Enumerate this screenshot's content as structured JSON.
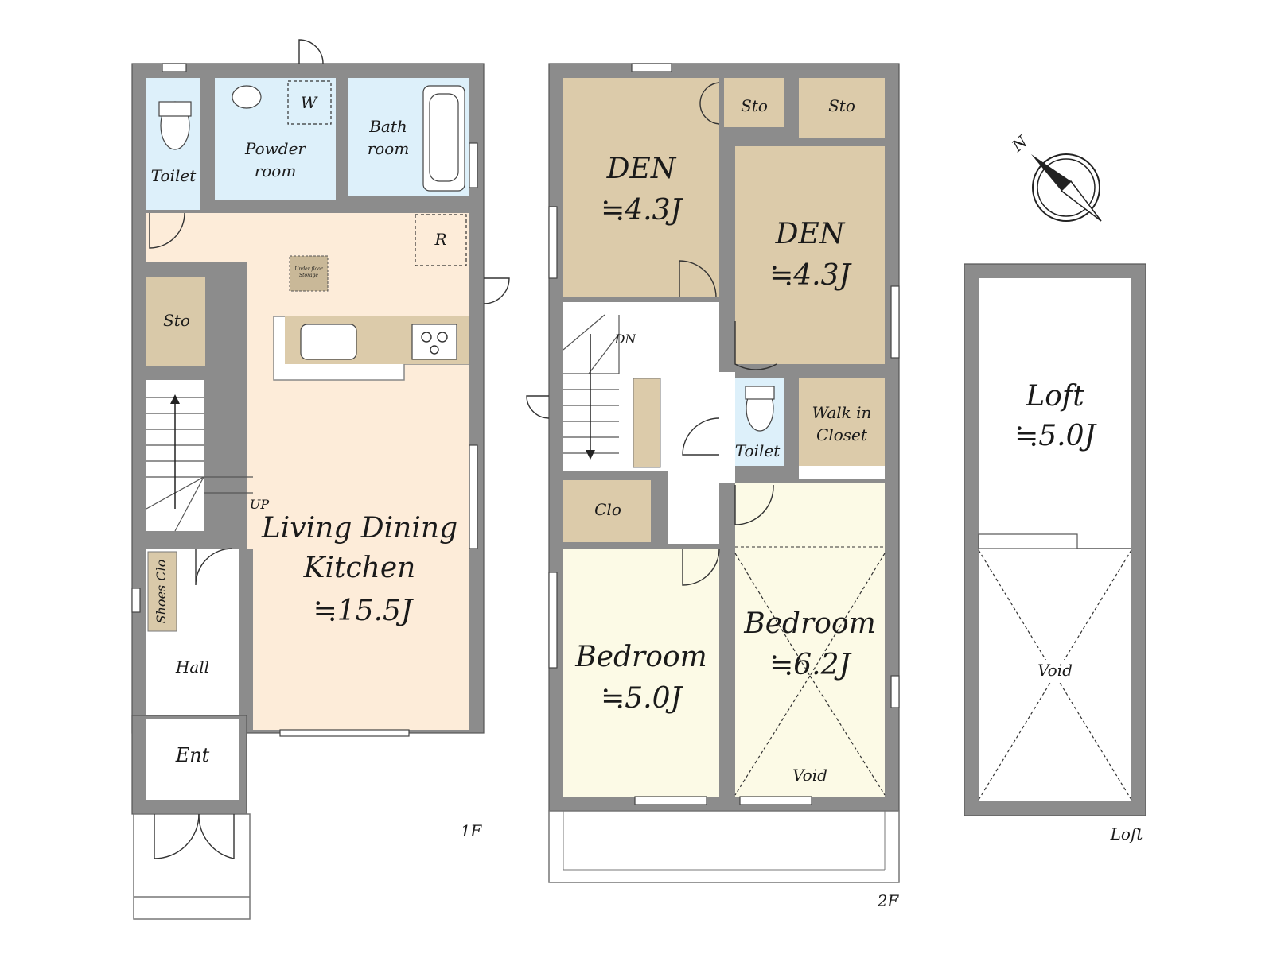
{
  "colors": {
    "wall": "#8c8c8c",
    "ldk": "#fdecd9",
    "wet": "#ddf0fa",
    "den": "#dccbaa",
    "storage": "#d9c9a9",
    "bedroom": "#fcfae6",
    "white": "#ffffff"
  },
  "icons": [
    "compass-icon",
    "toilet-icon",
    "bathtub-icon",
    "sink-icon",
    "stove-icon",
    "stair-arrow-icon"
  ],
  "floor1": {
    "label": "1F",
    "toilet": "Toilet",
    "powder_line1": "Powder",
    "powder_line2": "room",
    "washer": "W",
    "bath_line1": "Bath",
    "bath_line2": "room",
    "refrigerator": "R",
    "underfloor_line1": "Under floor",
    "underfloor_line2": "Storage",
    "storage": "Sto",
    "stair": "UP",
    "shoes": "Shoes Clo",
    "hall": "Hall",
    "entrance": "Ent",
    "ldk_line1": "Living Dining",
    "ldk_line2": "Kitchen",
    "ldk_size": "≒15.5J"
  },
  "floor2": {
    "label": "2F",
    "den_a": "DEN",
    "den_a_size": "≒4.3J",
    "den_b": "DEN",
    "den_b_size": "≒4.3J",
    "sto_a": "Sto",
    "sto_b": "Sto",
    "stair": "DN",
    "toilet": "Toilet",
    "wic_line1": "Walk in",
    "wic_line2": "Closet",
    "closet": "Clo",
    "bed_a": "Bedroom",
    "bed_a_size": "≒5.0J",
    "bed_b": "Bedroom",
    "bed_b_size": "≒6.2J",
    "void": "Void"
  },
  "loft": {
    "label": "Loft",
    "name": "Loft",
    "size": "≒5.0J",
    "void": "Void"
  },
  "compass": {
    "north": "N"
  }
}
